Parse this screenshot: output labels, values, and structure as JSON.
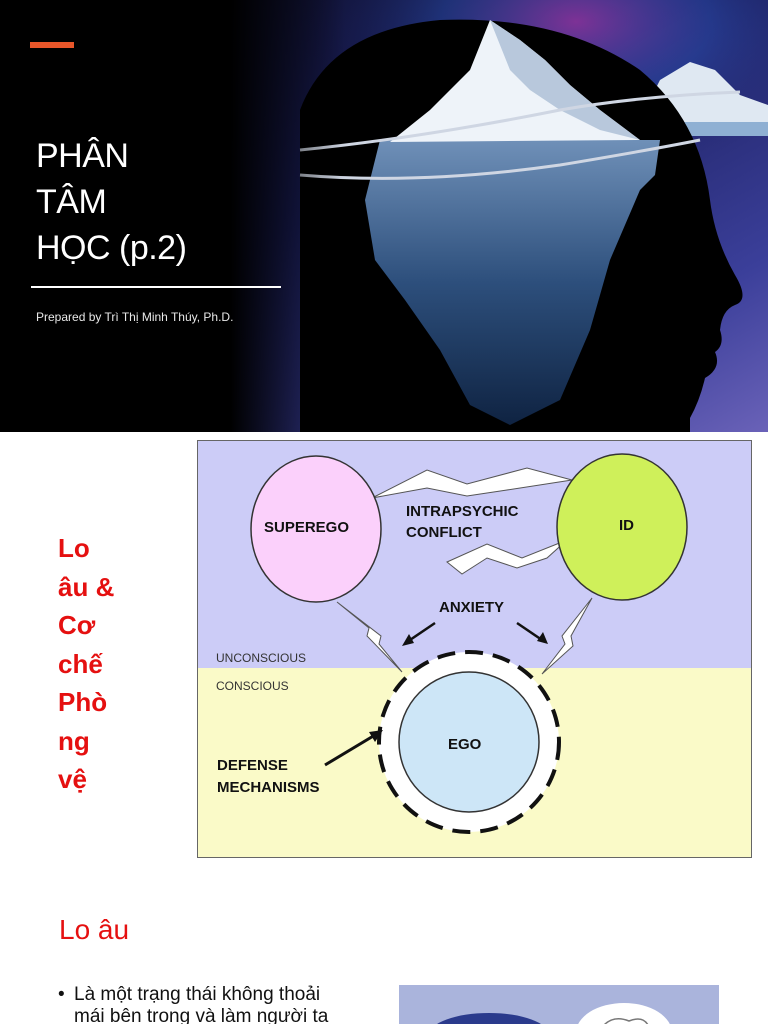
{
  "slide1": {
    "title_lines": [
      "PHÂN",
      "TÂM",
      "HỌC (p.2)"
    ],
    "byline": "Prepared by Trì Thị Minh Thúy, Ph.D.",
    "accent_color": "#e8562a",
    "image_icon": "iceberg-head-silhouette"
  },
  "slide2": {
    "side_title_lines": [
      "Lo",
      "âu &",
      "Cơ",
      "chế",
      "Phò",
      "ng",
      "vệ"
    ],
    "side_title_color": "#e51010",
    "diagram": {
      "superego": "SUPEREGO",
      "id": "ID",
      "conflict_line1": "INTRAPSYCHIC",
      "conflict_line2": "CONFLICT",
      "anxiety": "ANXIETY",
      "unconscious": "UNCONSCIOUS",
      "conscious": "CONSCIOUS",
      "ego": "EGO",
      "defense_line1": "DEFENSE",
      "defense_line2": "MECHANISMS",
      "colors": {
        "unconscious_bg": "#ccccf7",
        "conscious_bg": "#fafac8",
        "superego_fill": "#fbd0fb",
        "id_fill": "#cff05a",
        "ego_fill": "#cde6f7"
      }
    }
  },
  "slide3": {
    "heading": "Lo âu",
    "bullet_marker": "•",
    "bullet_lines": [
      "Là một trạng thái không thoải",
      "mái bên trong và làm người ta"
    ]
  }
}
